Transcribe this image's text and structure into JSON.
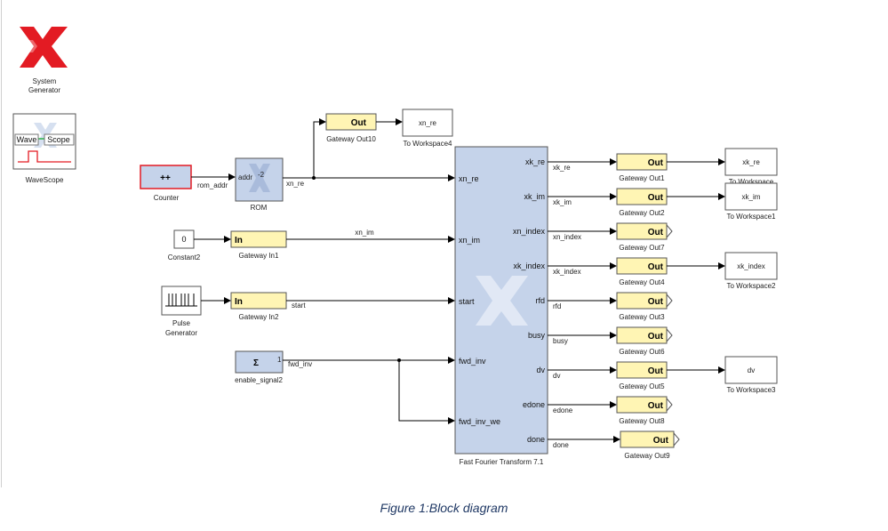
{
  "logo": {
    "line1": "System",
    "line2": "Generator"
  },
  "wavescope": {
    "title": "WaveScope",
    "wave": "Wave",
    "scope": "Scope"
  },
  "blocks": {
    "counter": {
      "name": "Counter",
      "port_out": "rom_addr",
      "glyph": "++"
    },
    "rom": {
      "name": "ROM",
      "port_in": "addr",
      "port_out": "xn_re",
      "badge": "-2"
    },
    "constant": {
      "name": "Constant2",
      "value": "0"
    },
    "pulse": {
      "name1": "Pulse",
      "name2": "Generator"
    },
    "gw_in1": {
      "name": "Gateway In1",
      "text": "In"
    },
    "gw_in2": {
      "name": "Gateway In2",
      "text": "In"
    },
    "enable": {
      "name": "enable_signal2",
      "value": "1"
    },
    "fft": {
      "name": "Fast Fourier Transform 7.1",
      "inputs": [
        "xn_re",
        "xn_im",
        "start",
        "fwd_inv",
        "fwd_inv_we"
      ],
      "outputs": [
        "xk_re",
        "xk_im",
        "xn_index",
        "xk_index",
        "rfd",
        "busy",
        "dv",
        "edone",
        "done"
      ]
    },
    "gw_out10": {
      "name": "Gateway Out10",
      "text": "Out"
    },
    "ws4": {
      "name": "To Workspace4",
      "text": "xn_re"
    },
    "gw_outs": [
      {
        "name": "Gateway Out1",
        "text": "Out"
      },
      {
        "name": "Gateway Out2",
        "text": "Out"
      },
      {
        "name": "Gateway Out7",
        "text": "Out"
      },
      {
        "name": "Gateway Out4",
        "text": "Out"
      },
      {
        "name": "Gateway Out3",
        "text": "Out"
      },
      {
        "name": "Gateway Out6",
        "text": "Out"
      },
      {
        "name": "Gateway Out5",
        "text": "Out"
      },
      {
        "name": "Gateway Out8",
        "text": "Out"
      },
      {
        "name": "Gateway Out9",
        "text": "Out"
      }
    ],
    "workspaces": [
      {
        "name": "To Workspace",
        "text": "xk_re"
      },
      {
        "name": "To Workspace1",
        "text": "xk_im"
      },
      {
        "name": "To Workspace2",
        "text": "xk_index"
      },
      {
        "name": "To Workspace3",
        "text": "dv"
      }
    ]
  },
  "signals": {
    "xn_im": "xn_im",
    "start": "start",
    "fwd_inv": "fwd_inv",
    "out": [
      "xk_re",
      "xk_im",
      "xn_index",
      "xk_index",
      "rfd",
      "busy",
      "dv",
      "edone",
      "done"
    ]
  },
  "colors": {
    "gateway": "#fff5b4",
    "xilinx_block": "#c5d3ea",
    "xilinx_red": "#e31b23",
    "counter_border": "#e31b23"
  },
  "caption": "Figure 1:Block diagram"
}
